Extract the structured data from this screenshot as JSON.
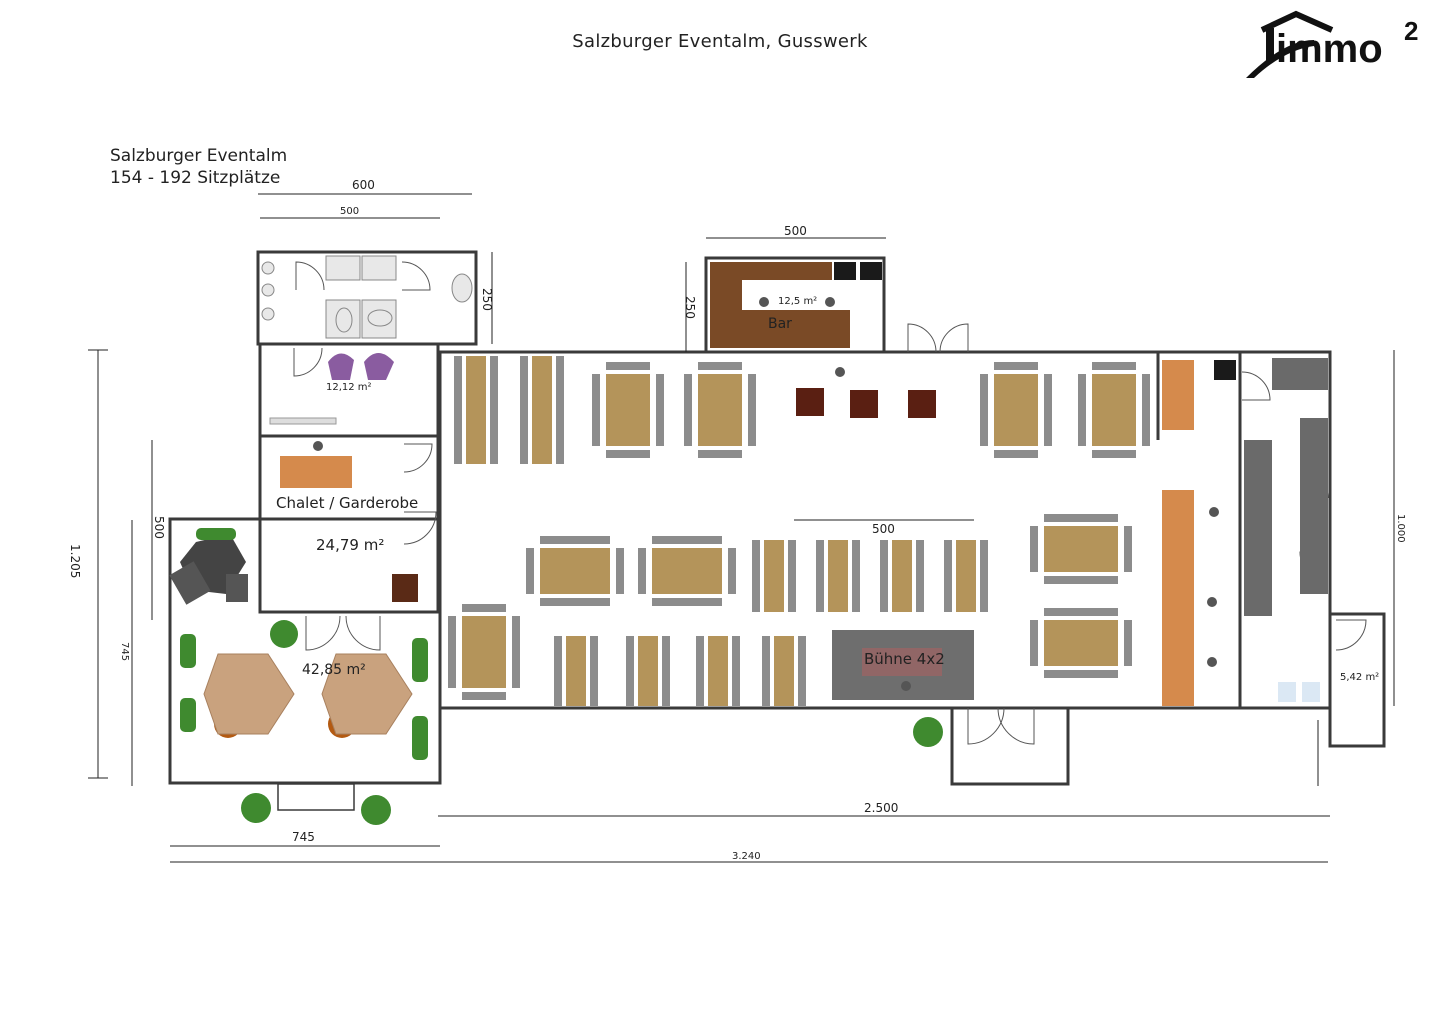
{
  "page_title": "Salzburger Eventalm, Gusswerk",
  "logo": {
    "text": "immo",
    "superscript": "2",
    "icon": "house-roof-logo"
  },
  "info": {
    "name": "Salzburger Eventalm",
    "seats": "154 - 192 Sitzplätze"
  },
  "rooms": {
    "bar": {
      "label": "Bar",
      "area": "12,5 m²"
    },
    "lounge": {
      "area": "12,12 m²"
    },
    "chalet": {
      "label": "Chalet / Garderobe",
      "area": "24,79 m²"
    },
    "terrace": {
      "area": "42,85 m²"
    },
    "stage": {
      "label": "Bühne 4x2"
    },
    "storage": {
      "area": "5,42 m²"
    }
  },
  "dimensions": {
    "top_600": "600",
    "top_500_wc": "500",
    "top_500_bar": "500",
    "wc_250": "250",
    "bar_250": "250",
    "hall_500": "500",
    "left_1205": "1.205",
    "left_500": "500",
    "left_745": "745",
    "right_1000": "1.000",
    "bottom_2500": "2.500",
    "bottom_745": "745",
    "bottom_3240": "3.240"
  },
  "colors": {
    "wall": "#3a3a3a",
    "table_wood": "#b4945a",
    "bench": "#8c8c8c",
    "bar_wood": "#7a4a26",
    "counter_orange": "#d58a4c",
    "stage": "#6e6e6e",
    "plant": "#3f8a2f",
    "umbrella": "#c9a27e",
    "armchair": "#8a5ca0"
  }
}
